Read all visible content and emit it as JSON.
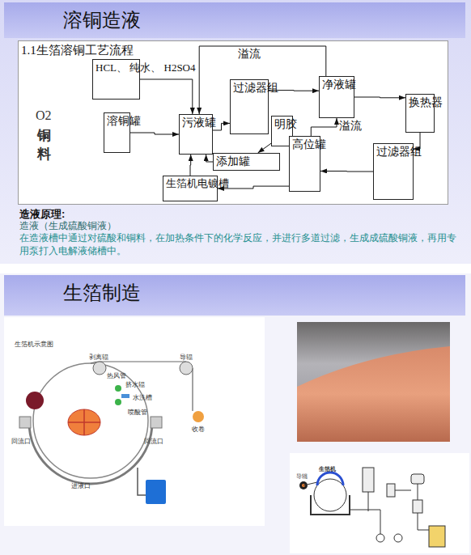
{
  "diagram": {
    "nodes": [
      {
        "text": [
          "溶铜造液"
        ]
      },
      {
        "text": [
          "1.1生箔溶铜工艺流程"
        ]
      },
      {
        "text": [
          "HCL、 纯水、 H2SO4"
        ],
        "in": 1
      },
      {
        "text": [
          "溶铜罐"
        ],
        "in": 1
      },
      {
        "text": [
          "污液罐"
        ],
        "in": 1
      },
      {
        "text": [
          "过滤器组"
        ],
        "in": 1
      },
      {
        "text": [
          "净液罐"
        ],
        "in": 1
      },
      {
        "text": [
          "换热器"
        ],
        "in": 1
      },
      {
        "text": [
          "明胶"
        ],
        "in": 1
      },
      {
        "text": [
          "添加罐"
        ],
        "in": 1
      },
      {
        "text": [
          "高位罐"
        ],
        "in": 1
      },
      {
        "text": [
          "过滤器组"
        ],
        "in": 1
      },
      {
        "text": [
          "生箔机电镀槽"
        ],
        "in": 1
      },
      {
        "text": [
          "生箔制造"
        ]
      }
    ],
    "edges": [
      {
        "from": 3,
        "to": 4,
        "arrow": "to"
      },
      {
        "from": 2,
        "to": 4,
        "arrow": "to"
      },
      {
        "from": 4,
        "to": 5,
        "arrow": "to"
      },
      {
        "from": 5,
        "to": 6,
        "arrow": "to"
      },
      {
        "from": 6,
        "to": 7,
        "arrow": "to"
      },
      {
        "from": 7,
        "to": 11,
        "arrow": "to"
      },
      {
        "from": 11,
        "to": 10,
        "arrow": "to"
      },
      {
        "from": 10,
        "to": 6,
        "label": "溢流",
        "arrow": "to"
      },
      {
        "from": 10,
        "to": 12,
        "arrow": "to"
      },
      {
        "from": 12,
        "to": 4,
        "arrow": "to"
      },
      {
        "from": 9,
        "to": 4,
        "arrow": "to"
      },
      {
        "from": 8,
        "to": 9,
        "arrow": "to"
      },
      {
        "from": 6,
        "to": 4,
        "label": "溢流",
        "arrow": "to"
      }
    ],
    "labels": [
      "O2",
      "铜料",
      "造液原理:",
      "造液（生成硫酸铜液）",
      "在造液槽中通过对硫酸和铜料，在加热条件下的化学反应，并进行多道过滤，生成成硫酸铜液，再用专用泵打入电解液储槽中。",
      "生箔机示意图",
      "剥离辊",
      "热风管",
      "挤水辊",
      "水洗槽",
      "喷酸管",
      "导辊",
      "收卷",
      "回流口",
      "回流口",
      "进液口",
      "导辊",
      "生箔机"
    ]
  }
}
